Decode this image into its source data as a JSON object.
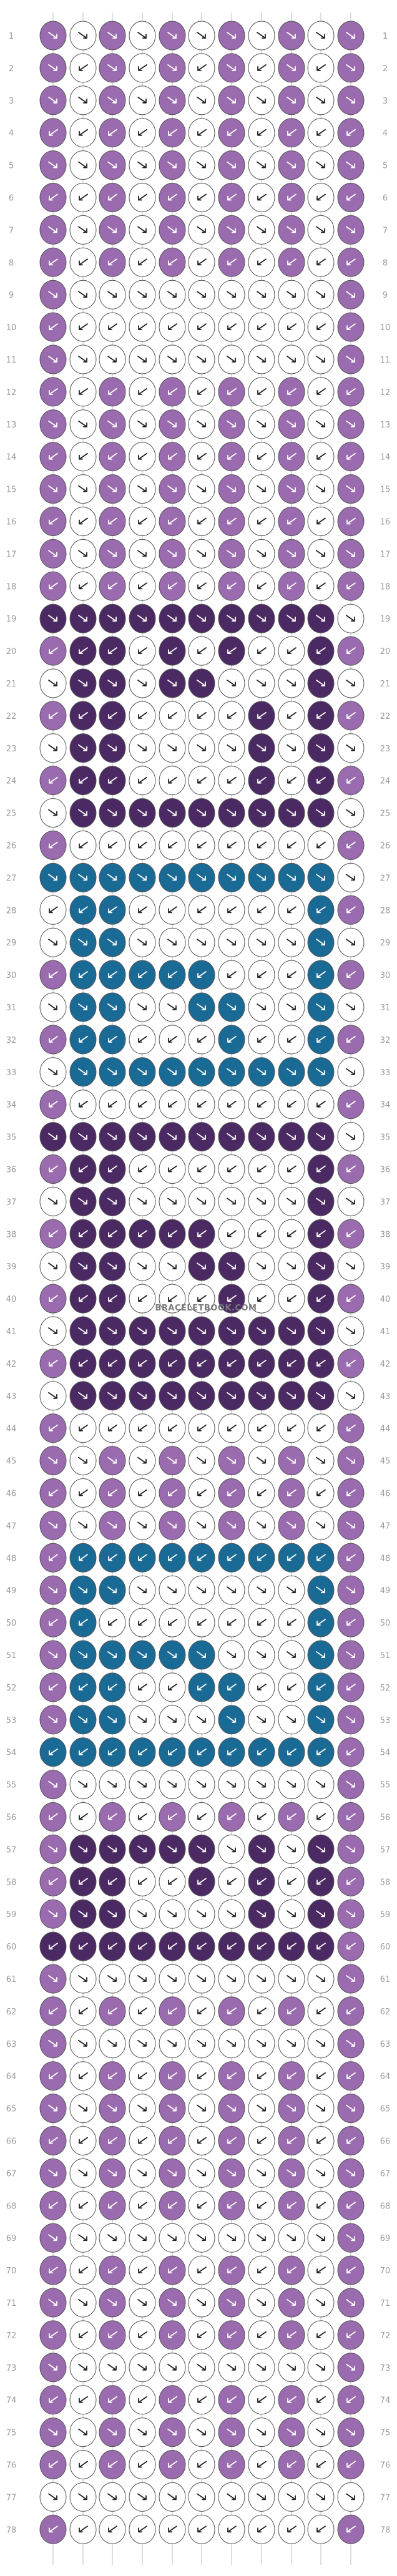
{
  "watermark": "BRACELETBOOK.COM",
  "colors": {
    "A": "#9b6bb0",
    "B": "#4b2a63",
    "C": "#1a6a96",
    "W": "#ffffff"
  },
  "rows": [
    {
      "n": 1,
      "k": "AWAWAWAWAWA",
      "d": "RRRRRRRRRR"
    },
    {
      "n": 2,
      "k": "AWAWAWAWAWA",
      "d": "RLRLRLRLRL"
    },
    {
      "n": 3,
      "k": "AWAWAWAWAWA",
      "d": "RRRRRRRRRR"
    },
    {
      "n": 4,
      "k": "AWAWAWAWAWA",
      "d": "LLLLLLLLLL"
    },
    {
      "n": 5,
      "k": "AWAWAWAWAWA",
      "d": "RRRRRRRRRR"
    },
    {
      "n": 6,
      "k": "AWAWAWAWAWA",
      "d": "LLLLLLLLLL"
    },
    {
      "n": 7,
      "k": "AWAWAWAWAWA",
      "d": "RRRRRRRRRR"
    },
    {
      "n": 8,
      "k": "AWAWAWAWAWA",
      "d": "LLLLLLLLLL"
    },
    {
      "n": 9,
      "k": "AWWWWWWWWWA",
      "d": "RRRRRRRRRR"
    },
    {
      "n": 10,
      "k": "AWWWWWWWWWA",
      "d": "LLLLLLLLLL"
    },
    {
      "n": 11,
      "k": "AWWWWWWWWWA",
      "d": "RRRRRRRRRR"
    },
    {
      "n": 12,
      "k": "AWAWAWAWAWA",
      "d": "LLLLLLLLLL"
    },
    {
      "n": 13,
      "k": "AWAWAWAWAWA",
      "d": "RRRRRRRRRR"
    },
    {
      "n": 14,
      "k": "AWAWAWAWAWA",
      "d": "LLLLLLLLLL"
    },
    {
      "n": 15,
      "k": "AWAWAWAWAWA",
      "d": "RRRRRRRRRR"
    },
    {
      "n": 16,
      "k": "AWAWAWAWAWA",
      "d": "LLLLLLLLLL"
    },
    {
      "n": 17,
      "k": "AWAWAWAWAWA",
      "d": "RRRRRRRRRR"
    },
    {
      "n": 18,
      "k": "AWAWAWAWAWA",
      "d": "LLLLLLLLLL"
    },
    {
      "n": 19,
      "k": "BBBBBBBBBBW",
      "d": "RRRRRRRRRR"
    },
    {
      "n": 20,
      "k": "ABBWBWBWWBA",
      "d": "LLLLLLLLLL"
    },
    {
      "n": 21,
      "k": "WBBWBBWWWBW",
      "d": "RRRRRRRRRR"
    },
    {
      "n": 22,
      "k": "ABBWWWWBWBA",
      "d": "LLLLLLLLLL"
    },
    {
      "n": 23,
      "k": "WBBWWWWBWBW",
      "d": "RRRRRRRRRR"
    },
    {
      "n": 24,
      "k": "ABBWWWWBWBA",
      "d": "LLLLLLLLLL"
    },
    {
      "n": 25,
      "k": "WBBBBBBBBBW",
      "d": "RRRRRRRRRR"
    },
    {
      "n": 26,
      "k": "AWWWWWWWWWA",
      "d": "LLLLLLLLLL"
    },
    {
      "n": 27,
      "k": "CCCCCCCCCCW",
      "d": "RRRRRRRRRR"
    },
    {
      "n": 28,
      "k": "WCCWWWWWWCA",
      "d": "LLLLLLLLLL"
    },
    {
      "n": 29,
      "k": "WCCWWWWWWCW",
      "d": "RRRRRRRRRR"
    },
    {
      "n": 30,
      "k": "ACCCCCWWWCA",
      "d": "LLLLLLLLLL"
    },
    {
      "n": 31,
      "k": "WCCWWCCWWCW",
      "d": "RRRRRRRRRR"
    },
    {
      "n": 32,
      "k": "ACCWWWCWWCA",
      "d": "LLLLLLLLLL"
    },
    {
      "n": 33,
      "k": "WCCCCCCCCCW",
      "d": "RRRRRRRRRR"
    },
    {
      "n": 34,
      "k": "AWWWWWWWWWA",
      "d": "LLLLLLLLLL"
    },
    {
      "n": 35,
      "k": "BBBBBBBBBBW",
      "d": "RRRRRRRRRR"
    },
    {
      "n": 36,
      "k": "ABBWWWWWWBA",
      "d": "LLLLLLLLLL"
    },
    {
      "n": 37,
      "k": "WBBWWWWWWBW",
      "d": "RRRRRRRRRR"
    },
    {
      "n": 38,
      "k": "ABBBBBWWWBA",
      "d": "LLLLLLLLLL"
    },
    {
      "n": 39,
      "k": "WBBWWBBWWBW",
      "d": "RRRRRRRRRR"
    },
    {
      "n": 40,
      "k": "ABBWWWBWWBA",
      "d": "LLLLLLLLLL"
    },
    {
      "n": 41,
      "k": "WBBBBBBBBBW",
      "d": "RRRRRRRRRR"
    },
    {
      "n": 42,
      "k": "ABBBBBBBBBA",
      "d": "LLLLLLLLLL"
    },
    {
      "n": 43,
      "k": "WBBBBBBBBBW",
      "d": "RRRRRRRRRR"
    },
    {
      "n": 44,
      "k": "AWWWWWWWWWA",
      "d": "LLLLLLLLLL"
    },
    {
      "n": 45,
      "k": "AWAWAWAWAWA",
      "d": "RRRRRRRRRR"
    },
    {
      "n": 46,
      "k": "AWAWAWAWAWA",
      "d": "LLLLLLLLLL"
    },
    {
      "n": 47,
      "k": "AWAWAWAWAWA",
      "d": "RRRRRRRRRR"
    },
    {
      "n": 48,
      "k": "ACCCCCCCCCA",
      "d": "LLLLLLLLLL"
    },
    {
      "n": 49,
      "k": "ACCWWWWWWCA",
      "d": "RRRRRRRRRR"
    },
    {
      "n": 50,
      "k": "ACWWWWWWWCA",
      "d": "LLLLLLLLLL"
    },
    {
      "n": 51,
      "k": "ACCCCCWWWCA",
      "d": "RRRRRRRRRR"
    },
    {
      "n": 52,
      "k": "ACCWWCCWWCA",
      "d": "LLLLLLLLLL"
    },
    {
      "n": 53,
      "k": "ACCWWWCWWCA",
      "d": "RRRRRRRRRR"
    },
    {
      "n": 54,
      "k": "CCCCCCCCCCA",
      "d": "LLLLLLLLLL"
    },
    {
      "n": 55,
      "k": "AWWWWWWWWWA",
      "d": "RRRRRRRRRR"
    },
    {
      "n": 56,
      "k": "AWAWAWAWAWA",
      "d": "LLLLLLLLLL"
    },
    {
      "n": 57,
      "k": "ABBBBBWBWBA",
      "d": "RRRRRRRRRR"
    },
    {
      "n": 58,
      "k": "ABBWWBWBWBA",
      "d": "LLLLLLLLLL"
    },
    {
      "n": 59,
      "k": "ABBWWWWBWBA",
      "d": "RRRRRRRRRR"
    },
    {
      "n": 60,
      "k": "BBBBBBBBBBA",
      "d": "LLLLLLLLLL"
    },
    {
      "n": 61,
      "k": "AWWWWWWWWWA",
      "d": "RRRRRRRRRR"
    },
    {
      "n": 62,
      "k": "AWAWAWAWAWA",
      "d": "LLLLLLLLLL"
    },
    {
      "n": 63,
      "k": "AWWWWWWWWWA",
      "d": "RRRRRRRRRR"
    },
    {
      "n": 64,
      "k": "AWAWAWAWAWA",
      "d": "LLLLLLLLLL"
    },
    {
      "n": 65,
      "k": "AWAWAWAWAWA",
      "d": "RRRRRRRRRR"
    },
    {
      "n": 66,
      "k": "AWAWAWAWAWA",
      "d": "LLLLLLLLLL"
    },
    {
      "n": 67,
      "k": "AWAWAWAWAWA",
      "d": "RRRRRRRRRR"
    },
    {
      "n": 68,
      "k": "AWAWAWAWAWA",
      "d": "LLLLLLLLLL"
    },
    {
      "n": 69,
      "k": "AWWWWWWWWWA",
      "d": "RRRRRRRRRR"
    },
    {
      "n": 70,
      "k": "AWAWAWAWAWA",
      "d": "LLLLLLLLLL"
    },
    {
      "n": 71,
      "k": "AWAWAWAWAWA",
      "d": "RRRRRRRRRR"
    },
    {
      "n": 72,
      "k": "AWAWAWAWAWA",
      "d": "LLLLLLLLLL"
    },
    {
      "n": 73,
      "k": "AWWWWWWWWWA",
      "d": "RRRRRRRRRR"
    },
    {
      "n": 74,
      "k": "AWAWAWAWAWA",
      "d": "LLLLLLLLLL"
    },
    {
      "n": 75,
      "k": "AWAWAWAWAWA",
      "d": "RRRRRRRRRR"
    },
    {
      "n": 76,
      "k": "AWAWAWAWAWA",
      "d": "LLLLLLLLLL"
    },
    {
      "n": 77,
      "k": "WWWWWWWWWWW",
      "d": "RRRRRRRRRR"
    },
    {
      "n": 78,
      "k": "AWWWWWWWWWA",
      "d": "LLLLLLLLLL"
    }
  ]
}
